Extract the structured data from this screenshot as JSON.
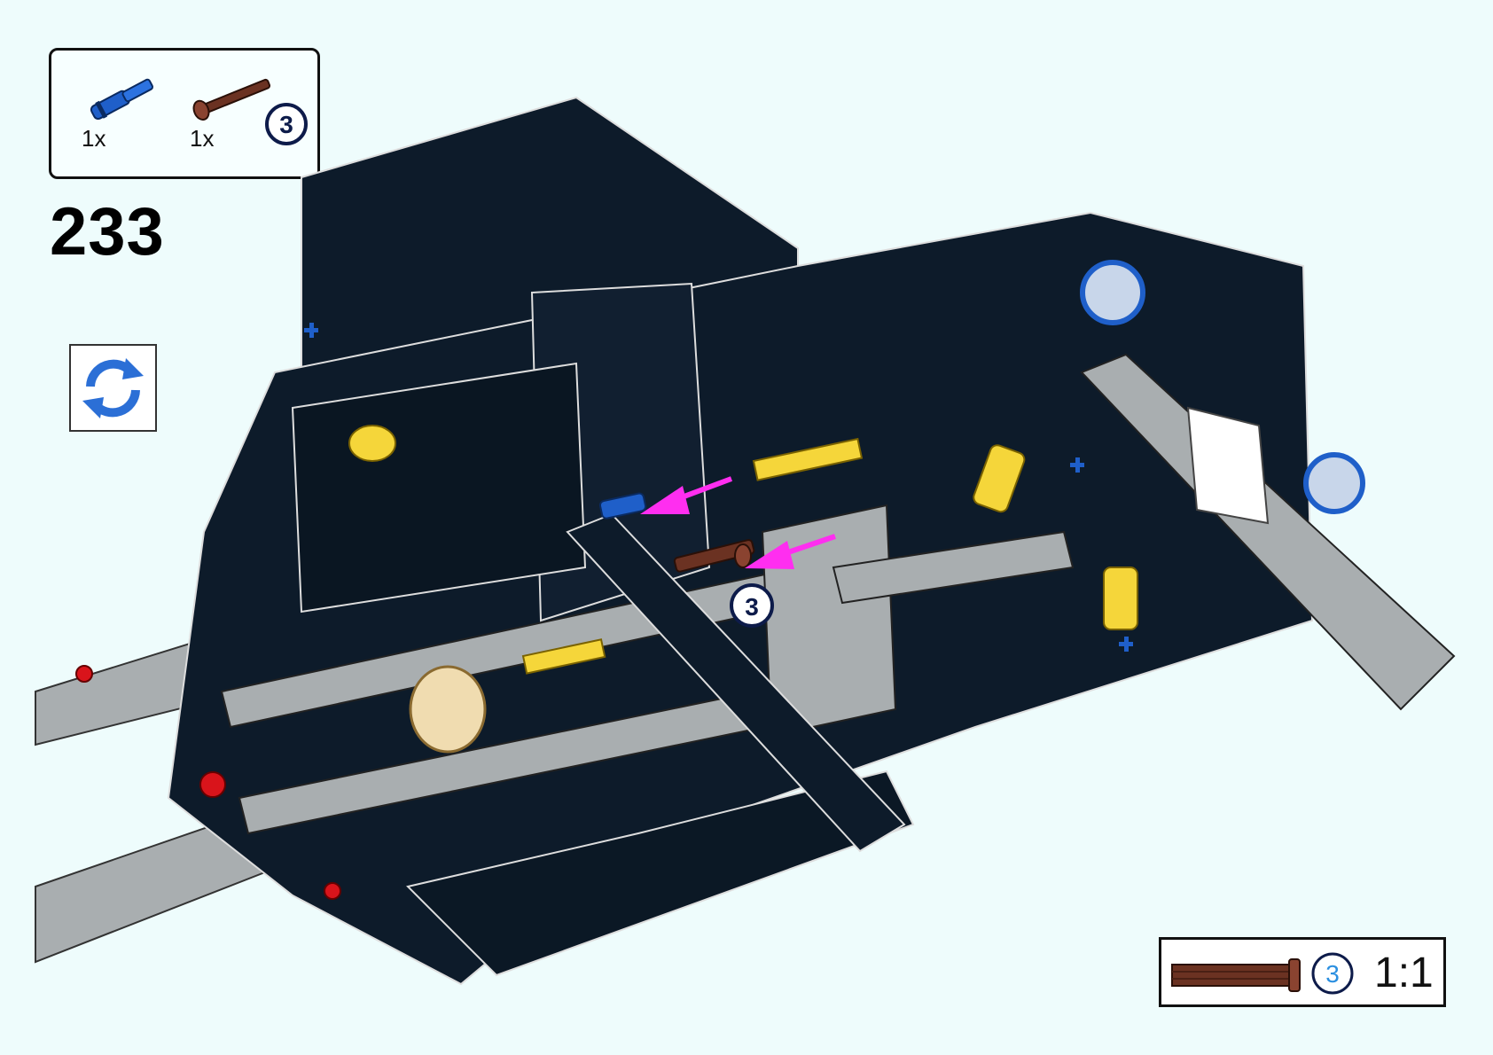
{
  "step": {
    "number": "233"
  },
  "parts_list": {
    "items": [
      {
        "name": "blue-pin-with-axle",
        "color": "#1f5fc9",
        "quantity": "1x"
      },
      {
        "name": "brown-axle-pin",
        "color": "#6b3222",
        "quantity": "1x",
        "callout": "3"
      }
    ]
  },
  "rotate_icon": {
    "name": "rotate-model-icon",
    "color": "#2b6fd6"
  },
  "scale_reference": {
    "callout": "3",
    "label": "1:1",
    "part_color": "#6b3222"
  },
  "model": {
    "callout": "3",
    "arrow_color": "#ff2ef0",
    "colors": {
      "frame": "#0d1b2a",
      "gray": "#a8adb0",
      "yellow": "#f5d63a",
      "blue": "#1f5fc9",
      "red": "#d9141b",
      "tan": "#f0dcb0"
    }
  }
}
